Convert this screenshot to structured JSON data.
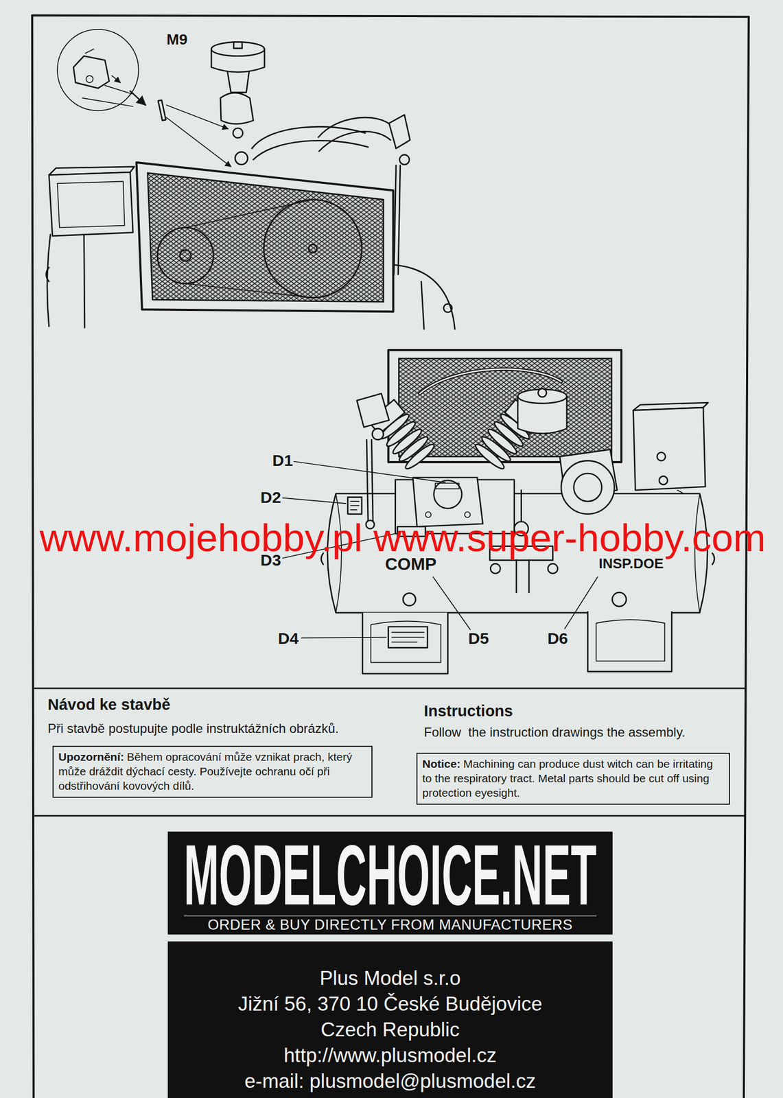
{
  "diagram": {
    "nodes": [
      {
        "text": [
          "Upozornění:",
          "Během opracování může vznikat prach, který může dráždit dýchací cesty. Používejte ochranu očí při odstřihování kovových dílů."
        ]
      },
      {
        "text": [
          "Notice:",
          "Machining can produce dust witch can be irritating to the respiratory tract. Metal parts should be cut off using protection eyesight."
        ]
      },
      {
        "text": [
          "MODELCHOICE.NET",
          "ORDER & BUY DIRECTLY FROM MANUFACTURERS"
        ]
      },
      {
        "text": [
          "Plus Model s.r.o",
          "Jižní 56, 370 10 České Budějovice",
          "Czech Republic",
          "http://www.plusmodel.cz",
          "e-mail: plusmodel@plusmodel.cz"
        ]
      }
    ],
    "labels": [
      "M9",
      "D1",
      "D2",
      "D3",
      "COMP",
      "INSP.DOE",
      "D4",
      "D5",
      "D6",
      "www.mojehobby.pl www.super-hobby.com",
      "Návod ke stavbě",
      "Při stavbě postupujte podle instruktážních obrázků.",
      "Instructions",
      "Follow  the instruction drawings the assembly."
    ]
  }
}
